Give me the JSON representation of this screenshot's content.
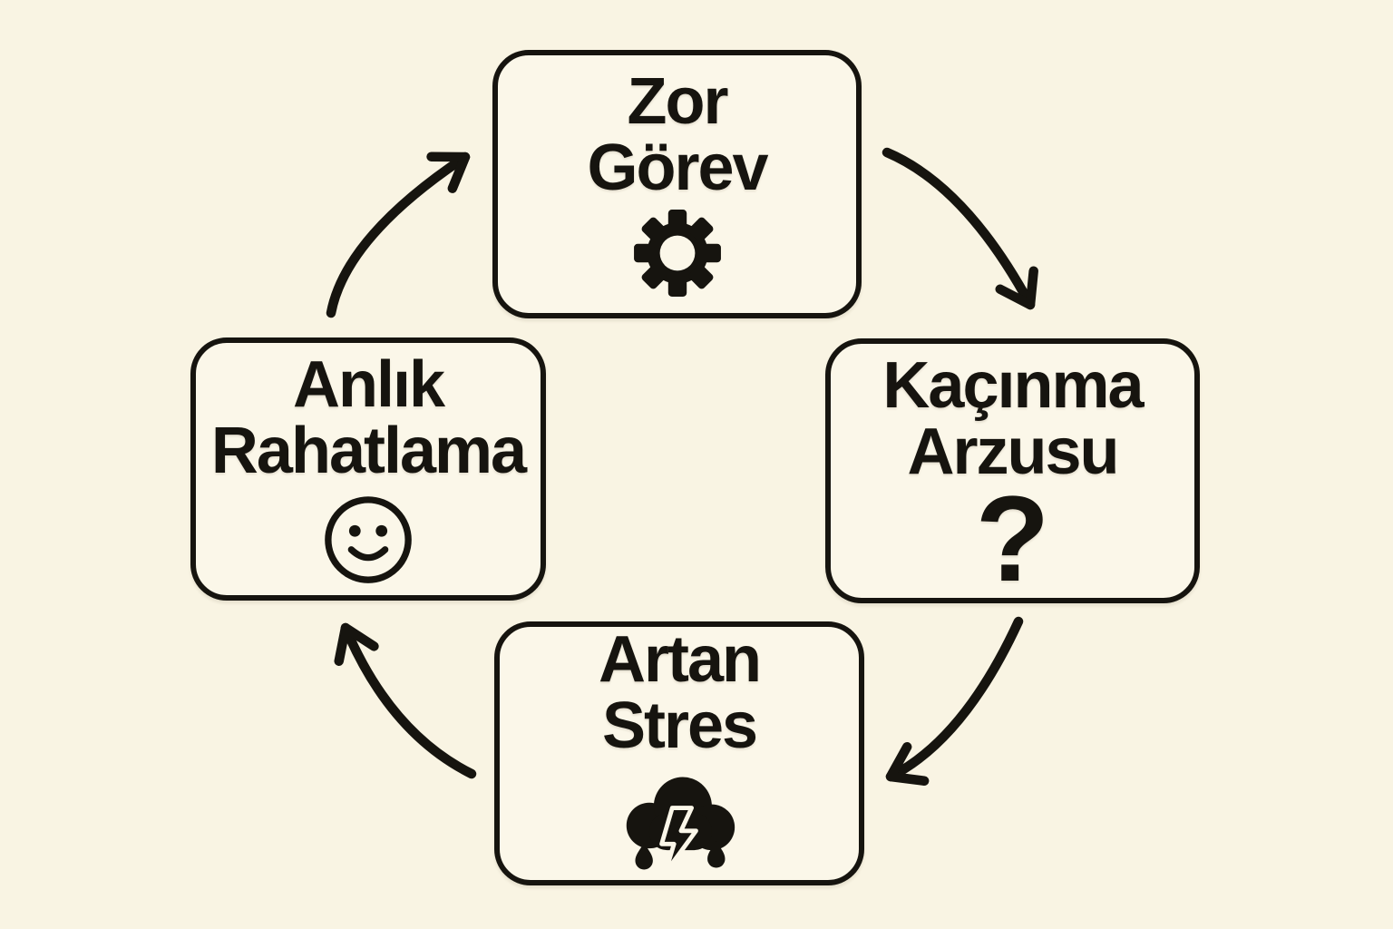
{
  "diagram": {
    "background_color": "#f9f4e3",
    "ink_color": "#16140f",
    "nodes": [
      {
        "id": "zor-gorev",
        "position": "top",
        "lines": [
          "Zor",
          "Görev"
        ],
        "icon": "gear-icon"
      },
      {
        "id": "kacinma-arzusu",
        "position": "right",
        "lines": [
          "Kaçınma",
          "Arzusu"
        ],
        "icon": "question-mark-icon",
        "glyph": "?"
      },
      {
        "id": "artan-stres",
        "position": "bottom",
        "lines": [
          "Artan",
          "Stres"
        ],
        "icon": "storm-cloud-icon"
      },
      {
        "id": "anlik-rahatlama",
        "position": "left",
        "lines": [
          "Anlık",
          "Rahatlama"
        ],
        "icon": "smiley-face-icon"
      }
    ],
    "arrows": [
      {
        "from": "zor-gorev",
        "to": "kacinma-arzusu"
      },
      {
        "from": "kacinma-arzusu",
        "to": "artan-stres"
      },
      {
        "from": "artan-stres",
        "to": "anlik-rahatlama"
      },
      {
        "from": "anlik-rahatlama",
        "to": "zor-gorev"
      }
    ]
  }
}
